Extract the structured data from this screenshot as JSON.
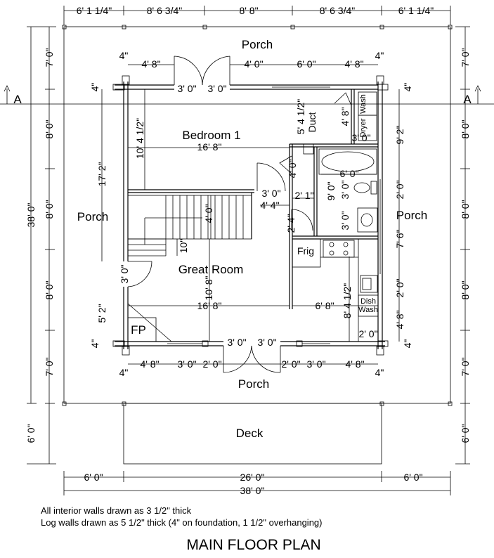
{
  "title": "MAIN FLOOR PLAN",
  "notes": [
    "All interior walls drawn as 3 1/2\" thick",
    "Log walls drawn as 5 1/2\" thick (4\" on foundation, 1 1/2\" overhanging)"
  ],
  "section_marker": "A",
  "rooms": {
    "porch_top": "Porch",
    "porch_left": "Porch",
    "porch_right": "Porch",
    "porch_bottom": "Porch",
    "bedroom": "Bedroom 1",
    "great_room": "Great Room",
    "deck": "Deck",
    "fireplace": "FP",
    "frig": "Frig",
    "duct": "Duct",
    "dryer": "Dryer",
    "wash": "Wash",
    "dish1": "Dish",
    "dish2": "Wash"
  },
  "dimensions": {
    "top": [
      "6' 1 1/4\"",
      "8' 6 3/4\"",
      "8' 8\"",
      "8' 6 3/4\"",
      "6' 1 1/4\""
    ],
    "left": [
      "7' 0\"",
      "8' 0\"",
      "8' 0\"",
      "8' 0\"",
      "7' 0\"",
      "6' 0\""
    ],
    "left_total": "38' 0\"",
    "right": [
      "7' 0\"",
      "8' 0\"",
      "8' 0\"",
      "8' 0\"",
      "7' 0\"",
      "6' 0\""
    ],
    "bottom": [
      "6' 0\"",
      "26' 0\"",
      "6' 0\""
    ],
    "bottom_total": "38' 0\"",
    "wall_4": "4\"",
    "top_wall": [
      "4' 8\"",
      "4' 0\"",
      "6' 0\"",
      "4' 8\""
    ],
    "top_doors": [
      "3' 0\"",
      "3' 0\""
    ],
    "bottom_wall": [
      "4' 8\"",
      "3' 0\"",
      "2' 0\"",
      "2' 0\"",
      "3' 0\"",
      "4' 8\""
    ],
    "bottom_doors": [
      "3' 0\"",
      "3' 0\""
    ],
    "bedroom_width": "16' 8\"",
    "bedroom_depth": "10' 4 1/2\"",
    "stair_run": "17' 2\"",
    "duct": "5' 4 1/2\"",
    "laundry": "4' 8\"",
    "laundry_width": "3' 0\"",
    "right_inner_1": "9' 2\"",
    "right_inner_2": "7' 6\"",
    "right_inner_3": "2' 0\"",
    "right_inner_4": "2' 0\"",
    "right_inner_5": "4' 8\"",
    "bath_width": "6' 0\"",
    "bath_depth": "9' 0\"",
    "bath_3a": "3' 0\"",
    "bath_3b": "3' 0\"",
    "stair_top": "3' 0\"",
    "stair_4_4": "4' 4\"",
    "stair_4_0": "4' 0\"",
    "stair_10": "10\"",
    "closet_4_0": "4' 0\"",
    "closet_2_1": "2' 1\"",
    "closet_2_4": "2' 4\"",
    "great_width": "16' 8\"",
    "great_depth": "10' 8\"",
    "kitchen_width": "6' 8\"",
    "kitchen_depth": "8' 4 1/2\"",
    "door_left": "3' 0\"",
    "left_5_2": "5' 2\"",
    "dish_2_0": "2' 0\""
  }
}
